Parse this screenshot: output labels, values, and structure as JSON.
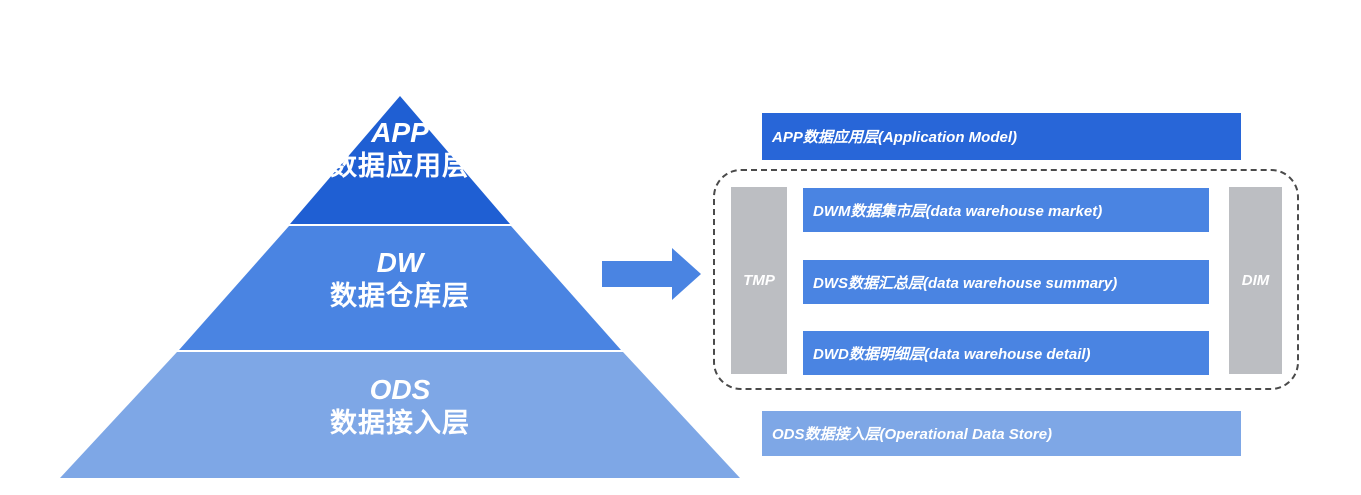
{
  "pyramid": {
    "app": {
      "abbr": "APP",
      "name": "数据应用层",
      "color": "#1f5fd3"
    },
    "dw": {
      "abbr": "DW",
      "name": "数据仓库层",
      "color": "#4a84e2"
    },
    "ods": {
      "abbr": "ODS",
      "name": "数据接入层",
      "color": "#7ea7e6"
    }
  },
  "arrow_color": "#4a84e2",
  "layers": {
    "app": "APP数据应用层(Application Model)",
    "dwm": "DWM数据集市层(data warehouse market)",
    "dws": "DWS数据汇总层(data warehouse summary)",
    "dwd": "DWD数据明细层(data warehouse detail)",
    "ods": "ODS数据接入层(Operational Data Store)"
  },
  "side": {
    "tmp": "TMP",
    "dim": "DIM",
    "color": "#bcbec2"
  }
}
